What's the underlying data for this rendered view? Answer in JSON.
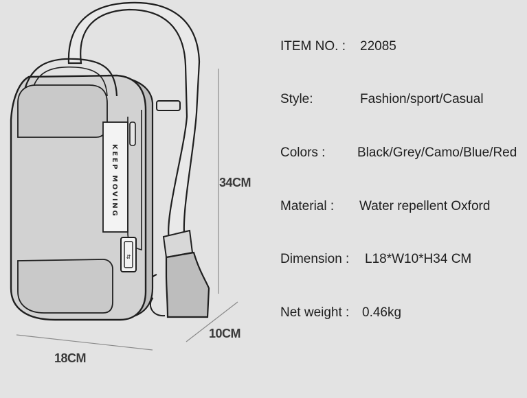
{
  "product": {
    "print_text": "KEEP MOVING",
    "dimensions": {
      "height": "34CM",
      "depth": "10CM",
      "width": "18CM"
    }
  },
  "specs": [
    {
      "label": "ITEM NO. :",
      "value": "22085"
    },
    {
      "label": "Style:",
      "value": "Fashion/sport/Casual"
    },
    {
      "label": "Colors :",
      "value": "Black/Grey/Camo/Blue/Red"
    },
    {
      "label": "Material :",
      "value": "Water repellent Oxford"
    },
    {
      "label": "Dimension :",
      "value": "L18*W10*H34 CM"
    },
    {
      "label": "Net weight :",
      "value": "0.46kg"
    }
  ],
  "colors": {
    "background": "#e3e3e3",
    "bag_front": "#d2d2d2",
    "bag_side": "#bdbdbd",
    "outline": "#1f1f1f"
  }
}
